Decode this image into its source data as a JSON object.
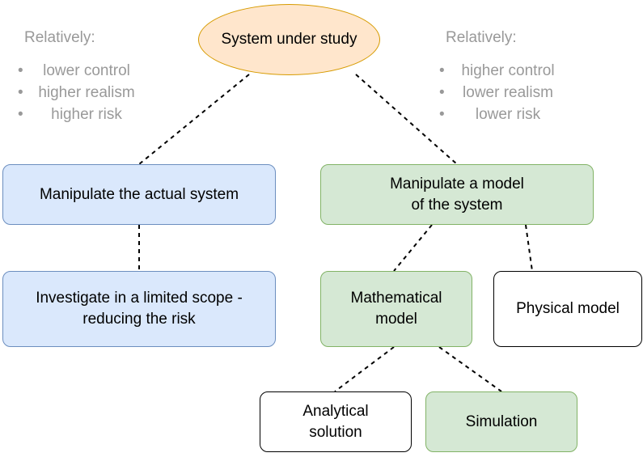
{
  "root": {
    "label": "System under study"
  },
  "left_notes": {
    "heading": "Relatively:",
    "items": [
      "lower control",
      "higher realism",
      "higher risk"
    ]
  },
  "right_notes": {
    "heading": "Relatively:",
    "items": [
      "higher control",
      "lower realism",
      "lower risk"
    ]
  },
  "nodes": {
    "actual_system": "Manipulate the actual system",
    "limited_scope": "Investigate in a limited scope -\nreducing the risk",
    "model_system": "Manipulate a model\nof the system",
    "mathematical_model": "Mathematical\nmodel",
    "physical_model": "Physical model",
    "analytical_solution": "Analytical\nsolution",
    "simulation": "Simulation"
  },
  "colors": {
    "root_fill": "#ffe6cc",
    "root_border": "#d79b00",
    "blue_fill": "#dae8fc",
    "blue_border": "#6c8ebf",
    "green_fill": "#d5e8d4",
    "green_border": "#82b366",
    "note_text": "#999999"
  }
}
